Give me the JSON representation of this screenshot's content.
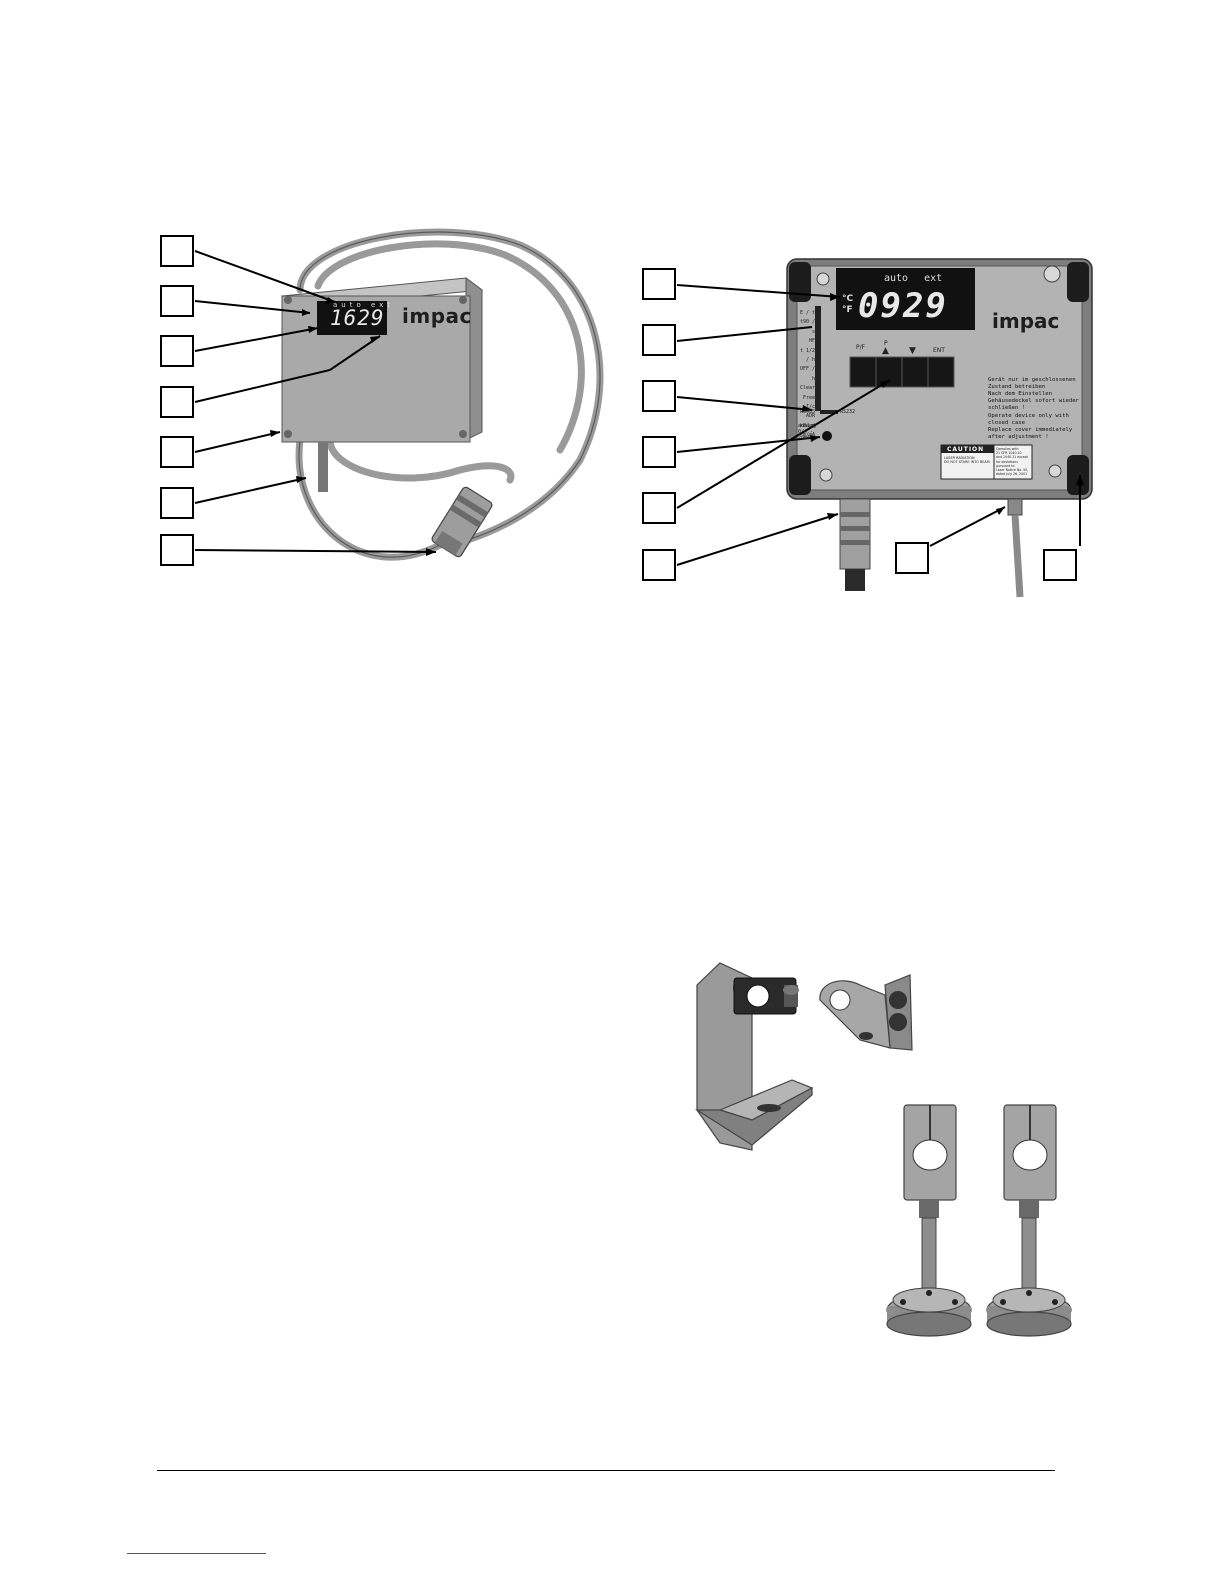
{
  "figure_left": {
    "brand": "impac",
    "display_value": "1629",
    "display_indicators": [
      "auto",
      "ext"
    ]
  },
  "figure_right": {
    "brand": "impac",
    "display_value": "0929",
    "display_indicators": [
      "auto",
      "ext"
    ],
    "unit_labels": [
      "°C",
      "°F"
    ],
    "side_menu": [
      "E / t",
      "t90 / s",
      "HF",
      "t 1/2 / h",
      "OFF / h",
      "Clear",
      "Free",
      "I/c",
      "ADR",
      "kBaud",
      "m/mA"
    ],
    "keys": [
      "P/F",
      "P",
      "▲",
      "▼",
      "ENT"
    ],
    "port_labels": [
      "RS485",
      "RS232"
    ],
    "analog_label": "analog 0/4 - 20mA",
    "warning_text_de": [
      "Gerät nur im geschlossenen",
      "Zustand betreiben",
      "Nach dem Einstellen",
      "Gehäusedeckel sofort wieder",
      "schließen !"
    ],
    "warning_text_en": [
      "Operate device only with",
      "closed case",
      "Replace cover immediately",
      "after adjustment !"
    ],
    "caution_label": "CAUTION",
    "caution_small": [
      "LASER RADIATION",
      "DO NOT STARE INTO BEAM"
    ],
    "compliance": [
      "Complies with",
      "21 CFR 1040.10",
      "and 1040.11 except",
      "for deviations",
      "pursuant to",
      "Laser Notice No. 50,",
      "dated July 26, 2001"
    ]
  },
  "colors": {
    "housing": "#a9a9a9",
    "housing_dark": "#7d7d7d",
    "display_bg": "#111111",
    "digit": "#e8e8e8",
    "footer_link": "#3a4fcf"
  }
}
